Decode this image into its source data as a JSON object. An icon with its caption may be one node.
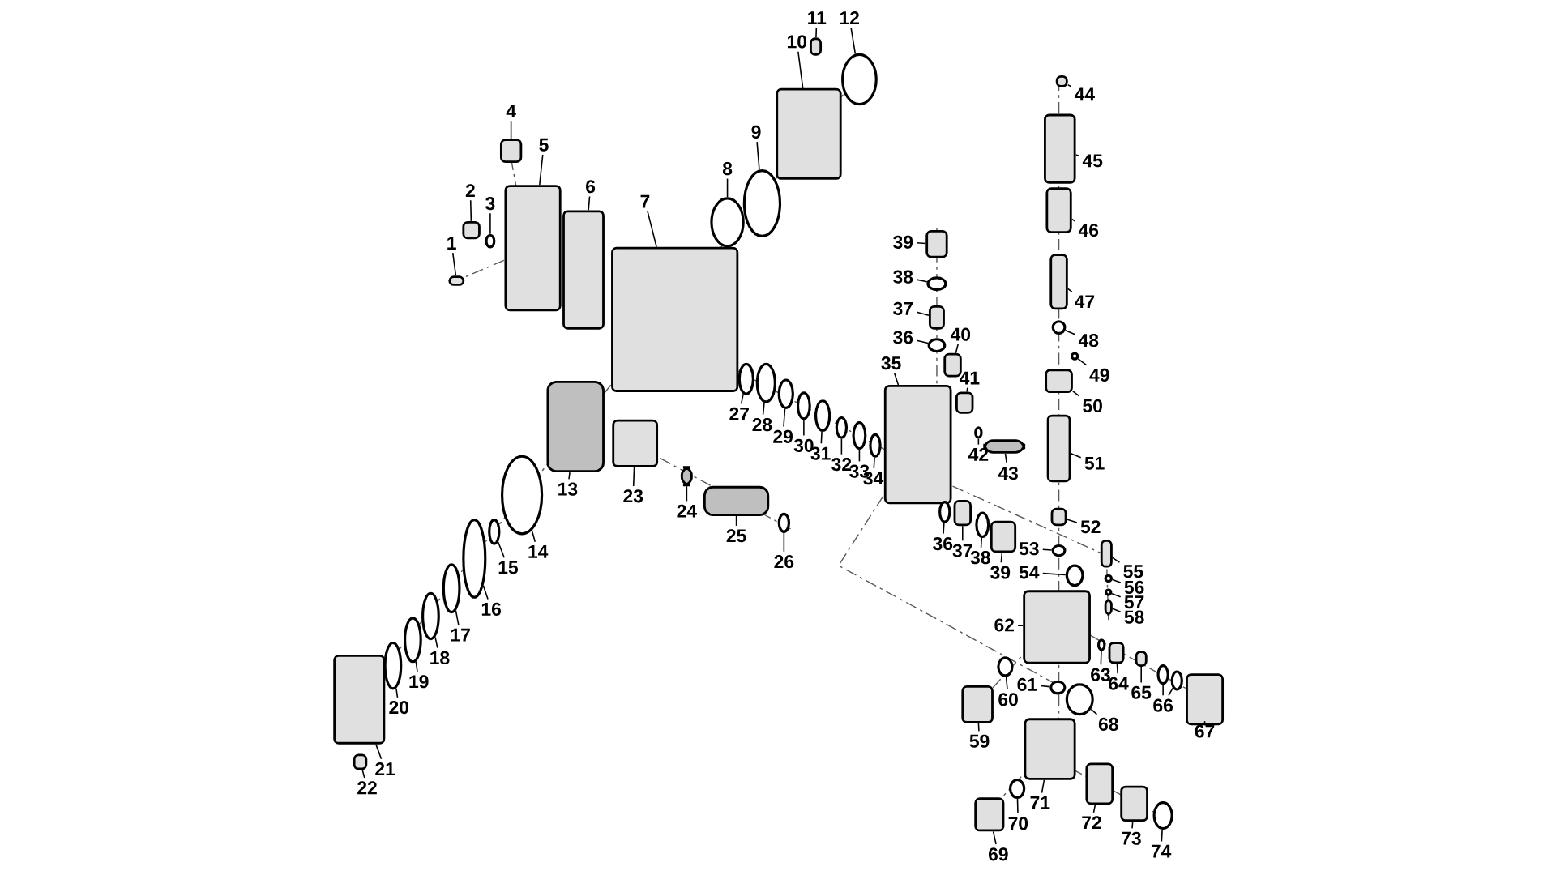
{
  "diagram": {
    "nodes": [
      {
        "text": [
          "1"
        ]
      },
      {
        "text": [
          "2"
        ]
      },
      {
        "text": [
          "3"
        ]
      },
      {
        "text": [
          "4"
        ]
      },
      {
        "text": [
          "5"
        ]
      },
      {
        "text": [
          "6"
        ]
      },
      {
        "text": [
          "7"
        ]
      },
      {
        "text": [
          "8"
        ]
      },
      {
        "text": [
          "9"
        ]
      },
      {
        "text": [
          "10"
        ]
      },
      {
        "text": [
          "11"
        ]
      },
      {
        "text": [
          "12"
        ]
      },
      {
        "text": [
          "13"
        ]
      },
      {
        "text": [
          "14"
        ]
      },
      {
        "text": [
          "15"
        ]
      },
      {
        "text": [
          "16"
        ]
      },
      {
        "text": [
          "17"
        ]
      },
      {
        "text": [
          "18"
        ]
      },
      {
        "text": [
          "19"
        ]
      },
      {
        "text": [
          "20"
        ]
      },
      {
        "text": [
          "21"
        ]
      },
      {
        "text": [
          "22"
        ]
      },
      {
        "text": [
          "23"
        ]
      },
      {
        "text": [
          "24"
        ]
      },
      {
        "text": [
          "25"
        ]
      },
      {
        "text": [
          "26"
        ]
      },
      {
        "text": [
          "27"
        ]
      },
      {
        "text": [
          "28"
        ]
      },
      {
        "text": [
          "29"
        ]
      },
      {
        "text": [
          "30"
        ]
      },
      {
        "text": [
          "31"
        ]
      },
      {
        "text": [
          "32"
        ]
      },
      {
        "text": [
          "33"
        ]
      },
      {
        "text": [
          "34"
        ]
      },
      {
        "text": [
          "35"
        ]
      },
      {
        "text": [
          "36"
        ]
      },
      {
        "text": [
          "37"
        ]
      },
      {
        "text": [
          "38"
        ]
      },
      {
        "text": [
          "39"
        ]
      },
      {
        "text": [
          "36"
        ]
      },
      {
        "text": [
          "37"
        ]
      },
      {
        "text": [
          "38"
        ]
      },
      {
        "text": [
          "39"
        ]
      },
      {
        "text": [
          "40"
        ]
      },
      {
        "text": [
          "41"
        ]
      },
      {
        "text": [
          "42"
        ]
      },
      {
        "text": [
          "43"
        ]
      },
      {
        "text": [
          "44"
        ]
      },
      {
        "text": [
          "45"
        ]
      },
      {
        "text": [
          "46"
        ]
      },
      {
        "text": [
          "47"
        ]
      },
      {
        "text": [
          "48"
        ]
      },
      {
        "text": [
          "49"
        ]
      },
      {
        "text": [
          "50"
        ]
      },
      {
        "text": [
          "51"
        ]
      },
      {
        "text": [
          "52"
        ]
      },
      {
        "text": [
          "53"
        ]
      },
      {
        "text": [
          "54"
        ]
      },
      {
        "text": [
          "55"
        ]
      },
      {
        "text": [
          "56"
        ]
      },
      {
        "text": [
          "57"
        ]
      },
      {
        "text": [
          "58"
        ]
      },
      {
        "text": [
          "59"
        ]
      },
      {
        "text": [
          "60"
        ]
      },
      {
        "text": [
          "61"
        ]
      },
      {
        "text": [
          "62"
        ]
      },
      {
        "text": [
          "63"
        ]
      },
      {
        "text": [
          "64"
        ]
      },
      {
        "text": [
          "65"
        ]
      },
      {
        "text": [
          "66"
        ]
      },
      {
        "text": [
          "67"
        ]
      },
      {
        "text": [
          "68"
        ]
      },
      {
        "text": [
          "69"
        ]
      },
      {
        "text": [
          "70"
        ]
      },
      {
        "text": [
          "71"
        ]
      },
      {
        "text": [
          "72"
        ]
      },
      {
        "text": [
          "73"
        ]
      },
      {
        "text": [
          "74"
        ]
      },
      {
        "text": [],
        "shape": "box"
      },
      {
        "text": [],
        "shape": "box"
      },
      {
        "text": [],
        "shape": "circle"
      },
      {
        "text": [],
        "shape": "box"
      },
      {
        "text": [],
        "shape": "box"
      },
      {
        "text": [],
        "shape": "box"
      },
      {
        "text": [],
        "shape": "box"
      },
      {
        "text": [],
        "shape": "circle"
      },
      {
        "text": [],
        "shape": "circle"
      },
      {
        "text": [],
        "shape": "box"
      },
      {
        "text": [],
        "shape": "box"
      },
      {
        "text": [],
        "shape": "circle"
      },
      {
        "text": [],
        "shape": "cylinder"
      },
      {
        "text": [],
        "shape": "circle"
      },
      {
        "text": [],
        "shape": "circle"
      },
      {
        "text": [],
        "shape": "circle"
      },
      {
        "text": [],
        "shape": "circle"
      },
      {
        "text": [],
        "shape": "circle"
      },
      {
        "text": [],
        "shape": "circle"
      },
      {
        "text": [],
        "shape": "circle"
      },
      {
        "text": [],
        "shape": "box"
      },
      {
        "text": [],
        "shape": "box"
      },
      {
        "text": [],
        "shape": "box"
      },
      {
        "text": [],
        "shape": "cylinder"
      },
      {
        "text": [],
        "shape": "cylinder"
      },
      {
        "text": [],
        "shape": "circle"
      },
      {
        "text": [],
        "shape": "circle"
      },
      {
        "text": [],
        "shape": "circle"
      },
      {
        "text": [],
        "shape": "circle"
      },
      {
        "text": [],
        "shape": "circle"
      },
      {
        "text": [],
        "shape": "circle"
      },
      {
        "text": [],
        "shape": "circle"
      },
      {
        "text": [],
        "shape": "circle"
      },
      {
        "text": [],
        "shape": "circle"
      },
      {
        "text": [],
        "shape": "box"
      },
      {
        "text": [],
        "shape": "circle"
      },
      {
        "text": [],
        "shape": "box"
      },
      {
        "text": [],
        "shape": "circle"
      },
      {
        "text": [],
        "shape": "box"
      },
      {
        "text": [],
        "shape": "circle"
      },
      {
        "text": [],
        "shape": "box"
      },
      {
        "text": [],
        "shape": "circle"
      },
      {
        "text": [],
        "shape": "box"
      },
      {
        "text": [],
        "shape": "box"
      },
      {
        "text": [],
        "shape": "box"
      },
      {
        "text": [],
        "shape": "circle"
      },
      {
        "text": [],
        "shape": "cylinder"
      },
      {
        "text": [],
        "shape": "box"
      },
      {
        "text": [],
        "shape": "box"
      },
      {
        "text": [],
        "shape": "box"
      },
      {
        "text": [],
        "shape": "box"
      },
      {
        "text": [],
        "shape": "circle"
      },
      {
        "text": [],
        "shape": "circle"
      },
      {
        "text": [],
        "shape": "box"
      },
      {
        "text": [],
        "shape": "box"
      },
      {
        "text": [],
        "shape": "box"
      },
      {
        "text": [],
        "shape": "circle"
      },
      {
        "text": [],
        "shape": "circle"
      },
      {
        "text": [],
        "shape": "box"
      },
      {
        "text": [],
        "shape": "circle"
      },
      {
        "text": [],
        "shape": "circle"
      },
      {
        "text": [],
        "shape": "box"
      },
      {
        "text": [],
        "shape": "box"
      },
      {
        "text": [],
        "shape": "circle"
      },
      {
        "text": [],
        "shape": "circle"
      },
      {
        "text": [],
        "shape": "box"
      },
      {
        "text": [],
        "shape": "circle"
      },
      {
        "text": [],
        "shape": "box"
      },
      {
        "text": [],
        "shape": "box"
      },
      {
        "text": [],
        "shape": "circle"
      },
      {
        "text": [],
        "shape": "circle"
      },
      {
        "text": [],
        "shape": "box"
      },
      {
        "text": [],
        "shape": "circle"
      },
      {
        "text": [],
        "shape": "box"
      },
      {
        "text": [],
        "shape": "circle"
      },
      {
        "text": [],
        "shape": "box"
      },
      {
        "text": [],
        "shape": "box"
      },
      {
        "text": [],
        "shape": "box"
      },
      {
        "text": [],
        "shape": "circle"
      }
    ],
    "edges": [
      {
        "from": 0,
        "to": 78,
        "arrow": "none"
      },
      {
        "from": 1,
        "to": 79,
        "arrow": "none"
      },
      {
        "from": 2,
        "to": 80,
        "arrow": "none"
      },
      {
        "from": 3,
        "to": 81,
        "arrow": "none"
      },
      {
        "from": 4,
        "to": 82,
        "arrow": "none"
      },
      {
        "from": 5,
        "to": 83,
        "arrow": "none"
      },
      {
        "from": 6,
        "to": 84,
        "arrow": "none"
      },
      {
        "from": 7,
        "to": 85,
        "arrow": "none"
      },
      {
        "from": 8,
        "to": 86,
        "arrow": "none"
      },
      {
        "from": 9,
        "to": 87,
        "arrow": "none"
      },
      {
        "from": 10,
        "to": 88,
        "arrow": "none"
      },
      {
        "from": 11,
        "to": 89,
        "arrow": "none"
      },
      {
        "from": 12,
        "to": 90,
        "arrow": "none"
      },
      {
        "from": 13,
        "to": 91,
        "arrow": "none"
      },
      {
        "from": 14,
        "to": 92,
        "arrow": "none"
      },
      {
        "from": 15,
        "to": 93,
        "arrow": "none"
      },
      {
        "from": 16,
        "to": 94,
        "arrow": "none"
      },
      {
        "from": 17,
        "to": 95,
        "arrow": "none"
      },
      {
        "from": 18,
        "to": 96,
        "arrow": "none"
      },
      {
        "from": 19,
        "to": 97,
        "arrow": "none"
      },
      {
        "from": 20,
        "to": 98,
        "arrow": "none"
      },
      {
        "from": 21,
        "to": 99,
        "arrow": "none"
      },
      {
        "from": 22,
        "to": 100,
        "arrow": "none"
      },
      {
        "from": 23,
        "to": 101,
        "arrow": "none"
      },
      {
        "from": 24,
        "to": 102,
        "arrow": "none"
      },
      {
        "from": 25,
        "to": 103,
        "arrow": "none"
      },
      {
        "from": 26,
        "to": 104,
        "arrow": "none"
      },
      {
        "from": 27,
        "to": 105,
        "arrow": "none"
      },
      {
        "from": 28,
        "to": 106,
        "arrow": "none"
      },
      {
        "from": 29,
        "to": 107,
        "arrow": "none"
      },
      {
        "from": 30,
        "to": 108,
        "arrow": "none"
      },
      {
        "from": 31,
        "to": 109,
        "arrow": "none"
      },
      {
        "from": 32,
        "to": 110,
        "arrow": "none"
      },
      {
        "from": 33,
        "to": 111,
        "arrow": "none"
      },
      {
        "from": 34,
        "to": 112,
        "arrow": "none"
      },
      {
        "from": 35,
        "to": 113,
        "arrow": "none"
      },
      {
        "from": 36,
        "to": 114,
        "arrow": "none"
      },
      {
        "from": 37,
        "to": 115,
        "arrow": "none"
      },
      {
        "from": 38,
        "to": 116,
        "arrow": "none"
      },
      {
        "from": 39,
        "to": 117,
        "arrow": "none"
      },
      {
        "from": 40,
        "to": 118,
        "arrow": "none"
      },
      {
        "from": 41,
        "to": 119,
        "arrow": "none"
      },
      {
        "from": 42,
        "to": 120,
        "arrow": "none"
      },
      {
        "from": 43,
        "to": 121,
        "arrow": "none"
      },
      {
        "from": 44,
        "to": 122,
        "arrow": "none"
      },
      {
        "from": 45,
        "to": 123,
        "arrow": "none"
      },
      {
        "from": 46,
        "to": 124,
        "arrow": "none"
      },
      {
        "from": 47,
        "to": 125,
        "arrow": "none"
      },
      {
        "from": 48,
        "to": 126,
        "arrow": "none"
      },
      {
        "from": 49,
        "to": 127,
        "arrow": "none"
      },
      {
        "from": 50,
        "to": 128,
        "arrow": "none"
      },
      {
        "from": 51,
        "to": 129,
        "arrow": "none"
      },
      {
        "from": 52,
        "to": 130,
        "arrow": "none"
      },
      {
        "from": 53,
        "to": 131,
        "arrow": "none"
      },
      {
        "from": 54,
        "to": 132,
        "arrow": "none"
      },
      {
        "from": 55,
        "to": 133,
        "arrow": "none"
      },
      {
        "from": 56,
        "to": 134,
        "arrow": "none"
      },
      {
        "from": 57,
        "to": 135,
        "arrow": "none"
      },
      {
        "from": 58,
        "to": 136,
        "arrow": "none"
      },
      {
        "from": 59,
        "to": 137,
        "arrow": "none"
      },
      {
        "from": 60,
        "to": 138,
        "arrow": "none"
      },
      {
        "from": 61,
        "to": 139,
        "arrow": "none"
      },
      {
        "from": 62,
        "to": 140,
        "arrow": "none"
      },
      {
        "from": 63,
        "to": 141,
        "arrow": "none"
      },
      {
        "from": 64,
        "to": 142,
        "arrow": "none"
      },
      {
        "from": 65,
        "to": 143,
        "arrow": "none"
      },
      {
        "from": 66,
        "to": 144,
        "arrow": "none"
      },
      {
        "from": 67,
        "to": 145,
        "arrow": "none"
      },
      {
        "from": 68,
        "to": 146,
        "arrow": "none"
      },
      {
        "from": 69,
        "to": 147,
        "arrow": "none"
      },
      {
        "from": 69,
        "to": 148,
        "arrow": "none"
      },
      {
        "from": 70,
        "to": 149,
        "arrow": "none"
      },
      {
        "from": 71,
        "to": 150,
        "arrow": "none"
      },
      {
        "from": 72,
        "to": 151,
        "arrow": "none"
      },
      {
        "from": 73,
        "to": 152,
        "arrow": "none"
      },
      {
        "from": 74,
        "to": 153,
        "arrow": "none"
      },
      {
        "from": 75,
        "to": 154,
        "arrow": "none"
      },
      {
        "from": 76,
        "to": 155,
        "arrow": "none"
      },
      {
        "from": 77,
        "to": 156,
        "arrow": "none"
      }
    ]
  }
}
